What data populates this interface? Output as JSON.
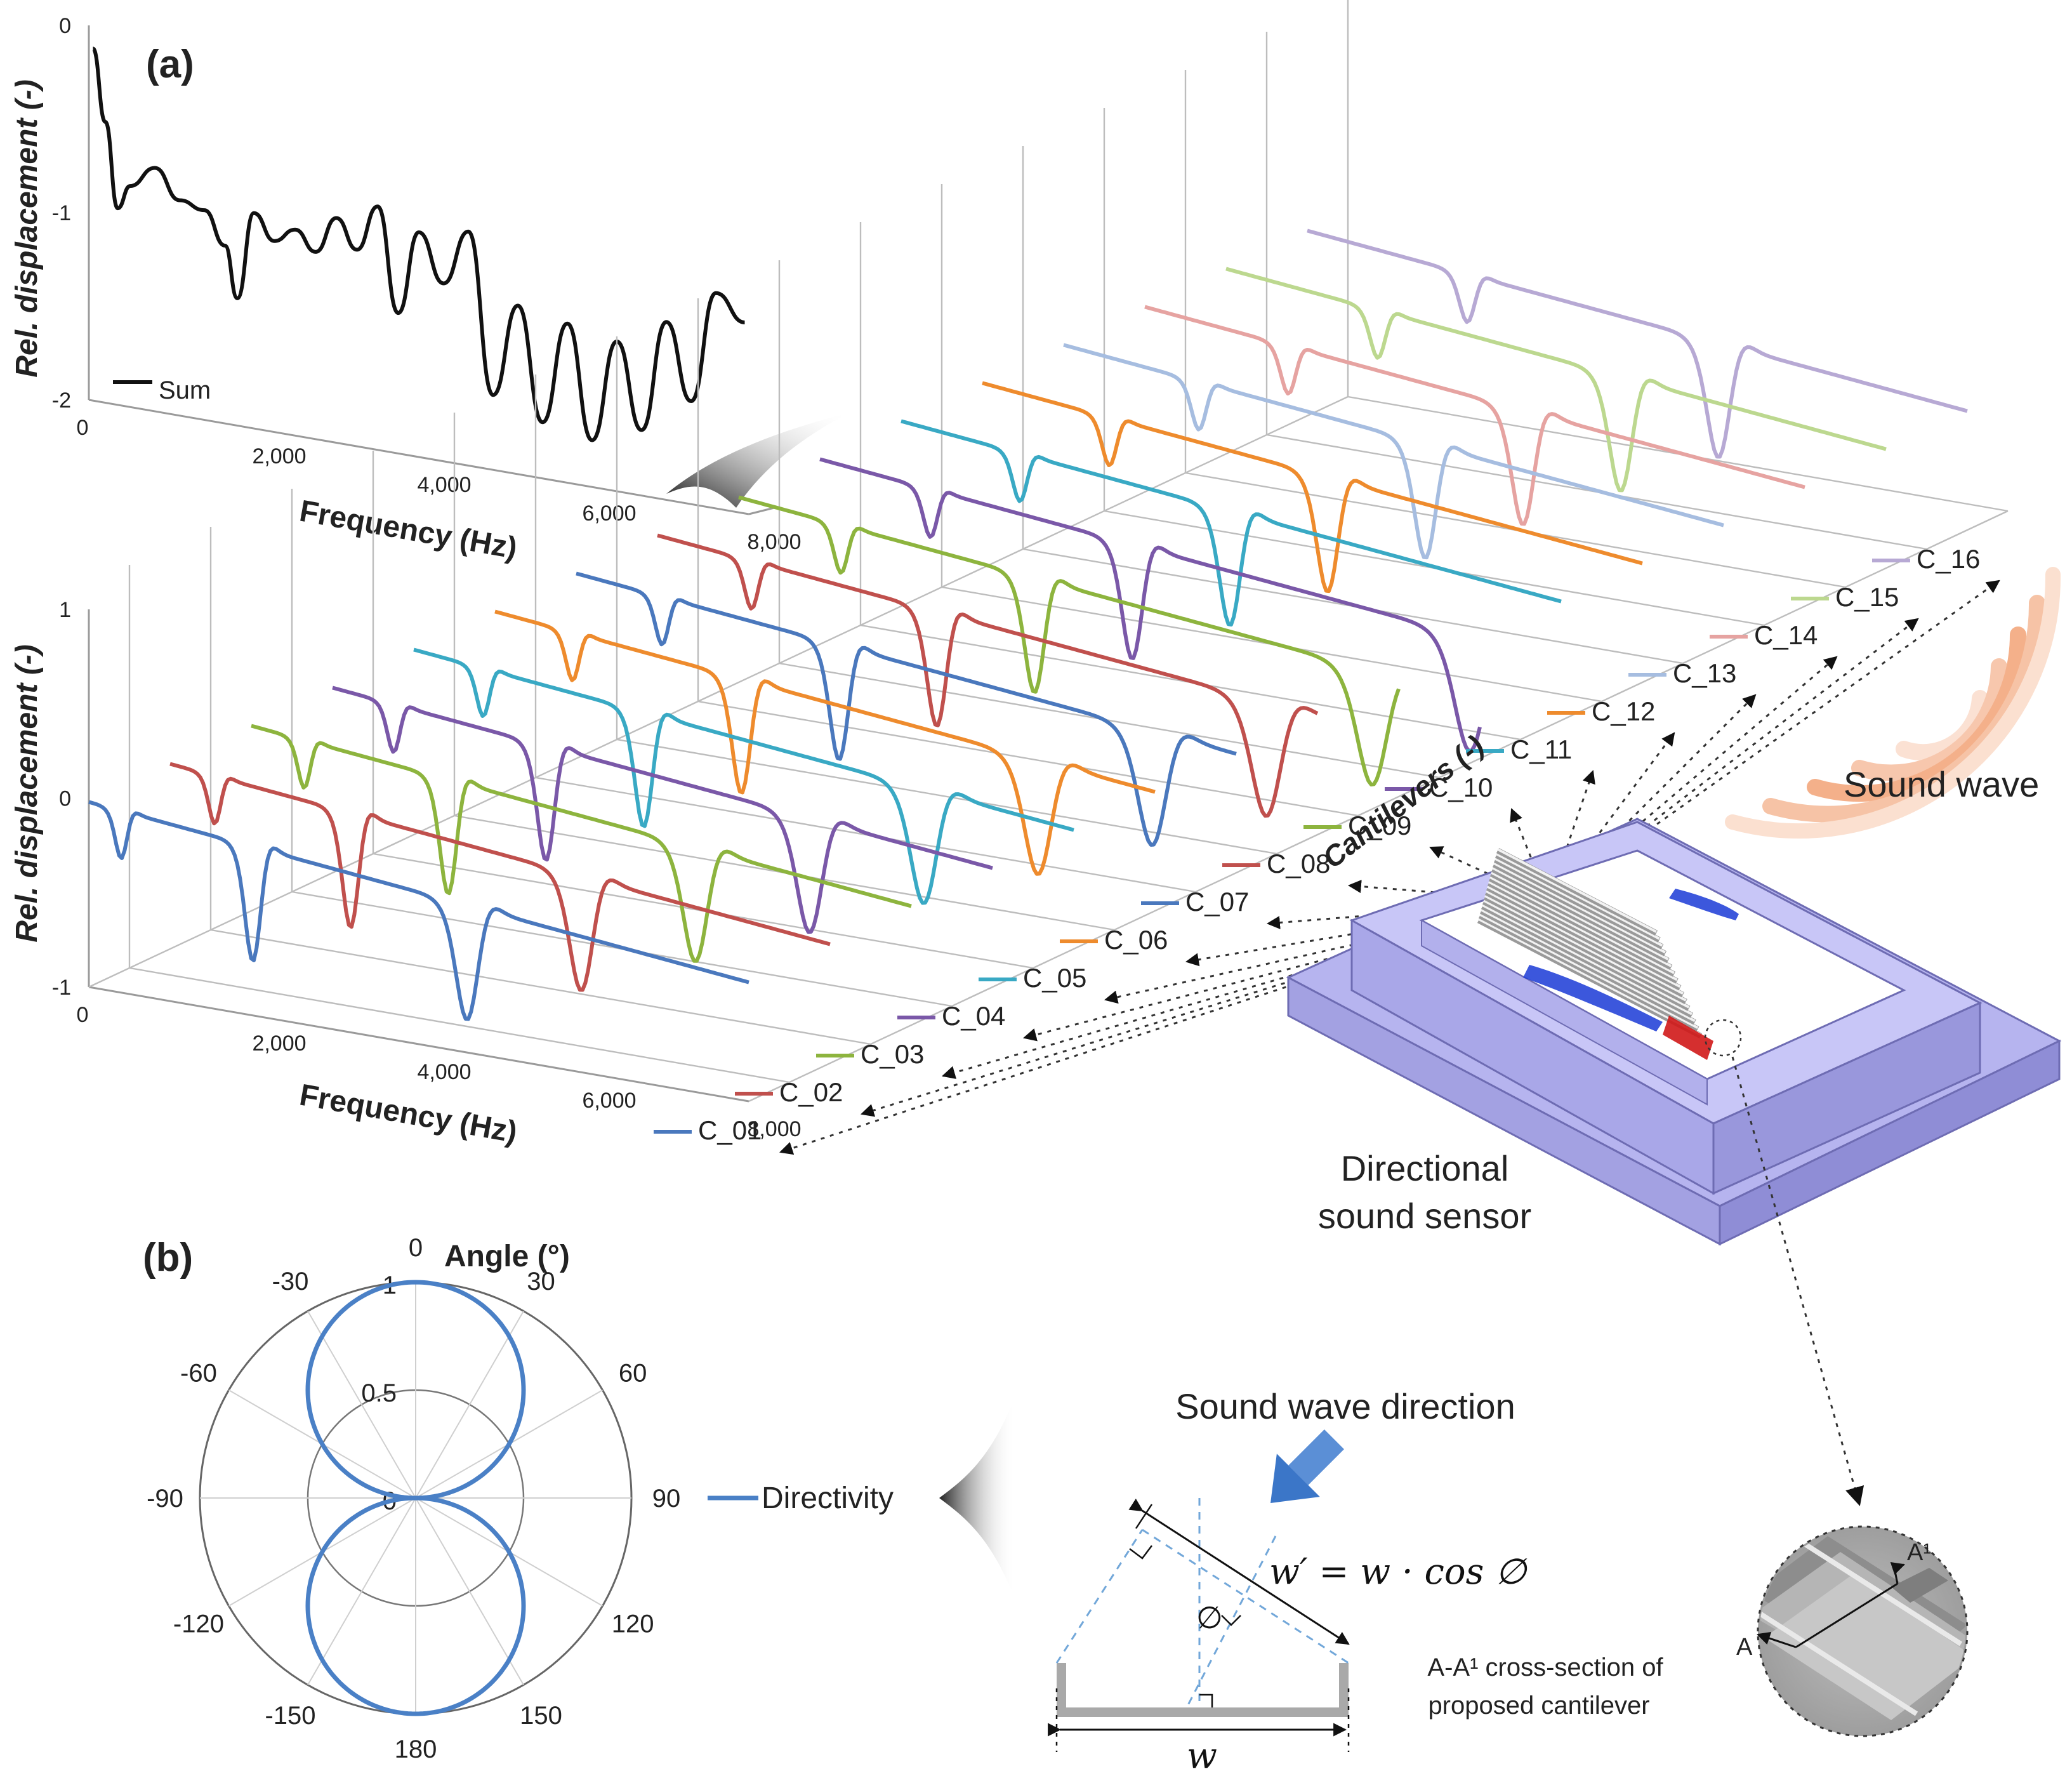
{
  "figure": {
    "panel_a": "(a)",
    "panel_b": "(b)",
    "sound_wave": "Sound wave",
    "sensor_label_line1": "Directional",
    "sensor_label_line2": "sound sensor",
    "cantilevers_axis": "Cantilevers (-)",
    "sound_wave_direction": "Sound wave direction",
    "formula": "w′ = w · cos ∅",
    "phi": "∅",
    "w": "w",
    "cross_section_line1": "A-A¹ cross-section of",
    "cross_section_line2": "proposed cantilever",
    "section_a": "A",
    "section_a1": "A¹"
  },
  "colors": {
    "C_01": "#4a78bd",
    "C_02": "#c0504d",
    "C_03": "#8db43e",
    "C_04": "#7a58a8",
    "C_05": "#39a9c4",
    "C_06": "#ee8b2d",
    "C_07": "#4a78bd",
    "C_08": "#c0504d",
    "C_09": "#8db43e",
    "C_10": "#7a58a8",
    "C_11": "#39a9c4",
    "C_12": "#ee8b2d",
    "C_13": "#a6bde0",
    "C_14": "#e6a3a1",
    "C_15": "#bcd88f",
    "C_16": "#b7a9d4",
    "sum": "#111111",
    "directivity": "#4a80c6",
    "sensor": "#b9b7f2"
  },
  "chart_data": [
    {
      "type": "line",
      "id": "sum",
      "ylabel": "Rel. displacement (-)",
      "xlabel": "Frequency (Hz)",
      "xlim": [
        0,
        8000
      ],
      "ylim": [
        -2,
        0
      ],
      "xticks": [
        "0",
        "2,000",
        "4,000",
        "6,000",
        "8,000"
      ],
      "yticks": [
        "0",
        "-1",
        "-2"
      ],
      "series": [
        {
          "name": "Sum",
          "x": [
            50,
            200,
            350,
            500,
            800,
            1100,
            1400,
            1650,
            1800,
            2000,
            2250,
            2500,
            2750,
            3000,
            3250,
            3500,
            3750,
            4000,
            4300,
            4600,
            4900,
            5200,
            5500,
            5800,
            6100,
            6400,
            6700,
            7000,
            7300,
            7600,
            7950
          ],
          "y": [
            -0.12,
            -0.5,
            -0.95,
            -0.82,
            -0.7,
            -0.85,
            -0.88,
            -1.05,
            -1.32,
            -0.85,
            -0.98,
            -0.9,
            -1.0,
            -0.8,
            -0.95,
            -0.7,
            -1.25,
            -0.8,
            -1.05,
            -0.75,
            -1.6,
            -1.1,
            -1.7,
            -1.15,
            -1.75,
            -1.2,
            -1.65,
            -1.05,
            -1.45,
            -0.85,
            -0.98
          ]
        }
      ]
    },
    {
      "type": "line",
      "id": "cantilevers",
      "ylabel": "Rel. displacement (-)",
      "xlabel": "Frequency (Hz)",
      "zlabel": "Cantilevers (-)",
      "xlim": [
        0,
        8000
      ],
      "ylim": [
        -1,
        1
      ],
      "xticks": [
        "0",
        "2,000",
        "4,000",
        "6,000",
        "8,000"
      ],
      "yticks": [
        "1",
        "0",
        "-1"
      ],
      "series": [
        {
          "name": "C_01",
          "resonances": [
            [
              400,
              0.25
            ],
            [
              2000,
              0.6
            ],
            [
              4600,
              0.6
            ]
          ]
        },
        {
          "name": "C_02",
          "resonances": [
            [
              550,
              0.25
            ],
            [
              2200,
              0.6
            ],
            [
              5000,
              0.6
            ]
          ]
        },
        {
          "name": "C_03",
          "resonances": [
            [
              650,
              0.25
            ],
            [
              2400,
              0.6
            ],
            [
              5400,
              0.6
            ]
          ]
        },
        {
          "name": "C_04",
          "resonances": [
            [
              750,
              0.25
            ],
            [
              2600,
              0.6
            ],
            [
              5800,
              0.6
            ]
          ]
        },
        {
          "name": "C_05",
          "resonances": [
            [
              850,
              0.25
            ],
            [
              2800,
              0.6
            ],
            [
              6200,
              0.6
            ]
          ]
        },
        {
          "name": "C_06",
          "resonances": [
            [
              950,
              0.25
            ],
            [
              3000,
              0.6
            ],
            [
              6600,
              0.6
            ]
          ]
        },
        {
          "name": "C_07",
          "resonances": [
            [
              1050,
              0.25
            ],
            [
              3200,
              0.6
            ],
            [
              7000,
              0.6
            ]
          ]
        },
        {
          "name": "C_08",
          "resonances": [
            [
              1150,
              0.25
            ],
            [
              3400,
              0.6
            ],
            [
              7400,
              0.6
            ]
          ]
        },
        {
          "name": "C_09",
          "resonances": [
            [
              1250,
              0.25
            ],
            [
              3600,
              0.6
            ],
            [
              7700,
              0.6
            ]
          ]
        },
        {
          "name": "C_10",
          "resonances": [
            [
              1350,
              0.25
            ],
            [
              3800,
              0.6
            ],
            [
              7900,
              0.6
            ]
          ]
        },
        {
          "name": "C_11",
          "resonances": [
            [
              1450,
              0.25
            ],
            [
              4000,
              0.6
            ]
          ]
        },
        {
          "name": "C_12",
          "resonances": [
            [
              1550,
              0.25
            ],
            [
              4200,
              0.6
            ]
          ]
        },
        {
          "name": "C_13",
          "resonances": [
            [
              1650,
              0.25
            ],
            [
              4400,
              0.6
            ]
          ]
        },
        {
          "name": "C_14",
          "resonances": [
            [
              1750,
              0.25
            ],
            [
              4600,
              0.6
            ]
          ]
        },
        {
          "name": "C_15",
          "resonances": [
            [
              1850,
              0.25
            ],
            [
              4800,
              0.6
            ]
          ]
        },
        {
          "name": "C_16",
          "resonances": [
            [
              1950,
              0.25
            ],
            [
              5000,
              0.6
            ]
          ]
        }
      ]
    },
    {
      "type": "polar",
      "id": "directivity",
      "title": "Angle (°)",
      "angle_ticks": [
        "0",
        "30",
        "60",
        "90",
        "120",
        "150",
        "180",
        "-150",
        "-120",
        "-90",
        "-60",
        "-30"
      ],
      "radial_ticks": [
        "0",
        "0.5",
        "1"
      ],
      "rlim": [
        0,
        1
      ],
      "series": [
        {
          "name": "Directivity",
          "function": "|cos(θ)|",
          "theta": [
            0,
            30,
            60,
            90,
            120,
            150,
            180,
            -150,
            -120,
            -90,
            -60,
            -30
          ],
          "r": [
            1,
            0.866,
            0.5,
            0,
            0.5,
            0.866,
            1,
            0.866,
            0.5,
            0,
            0.5,
            0.866
          ]
        }
      ]
    }
  ]
}
